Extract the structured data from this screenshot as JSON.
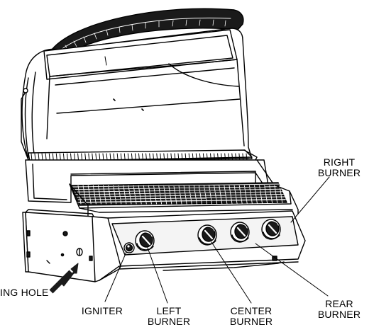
{
  "diagram": {
    "labels": {
      "right_burner": "RIGHT\nBURNER",
      "lighting_hole": "ING HOLE",
      "igniter": "IGNITER",
      "left_burner": "LEFT\nBURNER",
      "center_burner": "CENTER\nBURNER",
      "rear_burner": "REAR\nBURNER"
    },
    "colors": {
      "line": "#000000",
      "dark_fill": "#1a1a1a",
      "light_fill": "#f4f4f4",
      "background": "#ffffff"
    },
    "icons": [
      "grill-hood",
      "warming-rack",
      "cooking-grate",
      "control-knob",
      "igniter-button",
      "arrow"
    ]
  }
}
